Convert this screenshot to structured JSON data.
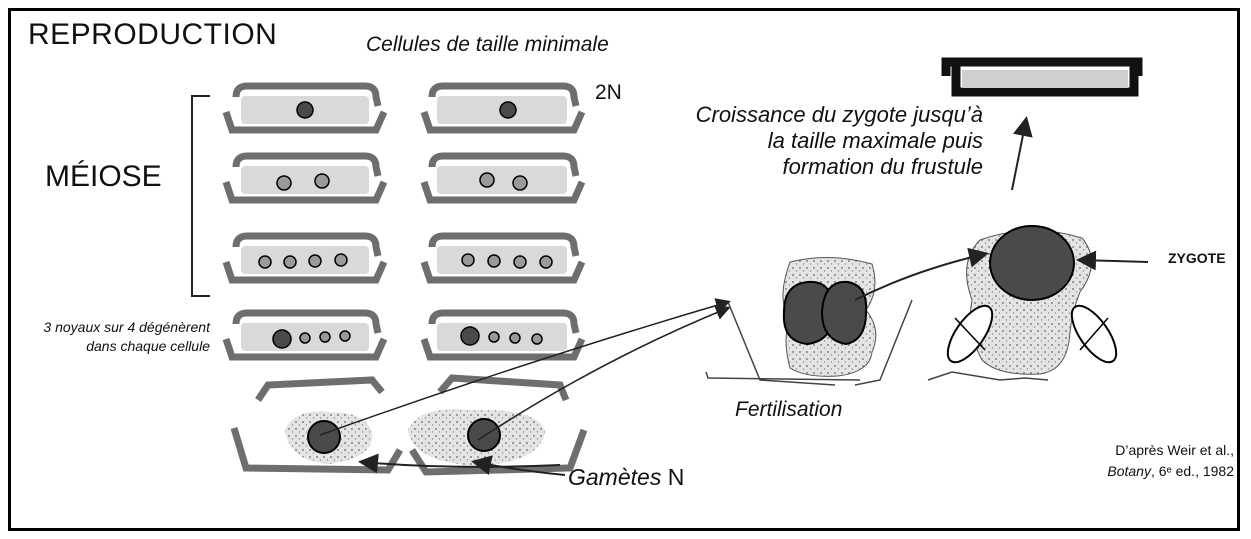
{
  "labels": {
    "title": "REPRODUCTION",
    "minimal_cells": "Cellules de taille minimale",
    "ploidy_2n": "2N",
    "meiosis": "MÉIOSE",
    "degeneration": "3 noyaux sur 4 dégénèrent dans chaque cellule",
    "growth": "Croissance du zygote jusqu’à la taille maximale puis formation du frustule",
    "zygote": "ZYGOTE",
    "fertilisation": "Fertilisation",
    "gametes_word": "Gamètes",
    "gametes_n": "N",
    "credit_line1": "D’après Weir et al.,",
    "credit_book": "Botany",
    "credit_rest": ", 6ᵉ ed., 1982"
  },
  "colors": {
    "frustule": "#6e6e6e",
    "cytoplasm": "#d9d9d9",
    "nucleus": "#4a4a4a",
    "small_nucleus": "#9a9a9a",
    "outline": "#000000"
  }
}
